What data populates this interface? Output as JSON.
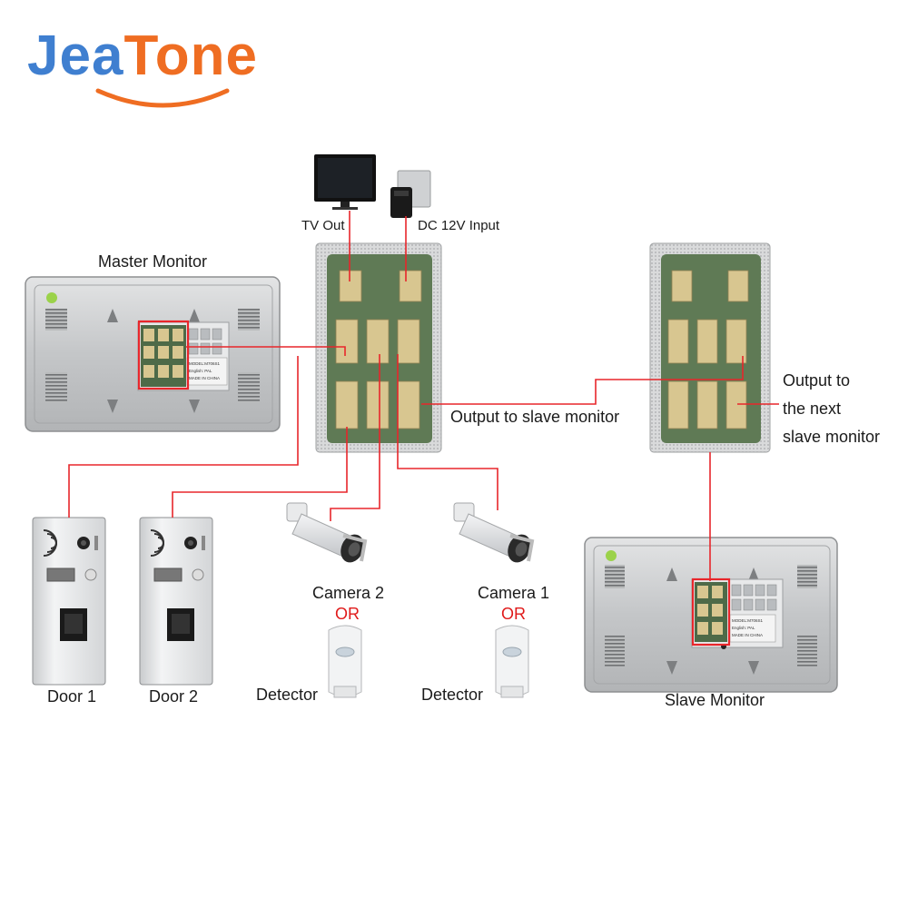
{
  "brand": {
    "part1": "Jea",
    "part2": "Tone"
  },
  "labels": {
    "tv_out": "TV Out",
    "dc_input": "DC 12V Input",
    "master_monitor": "Master Monitor",
    "output_slave": "Output to slave monitor",
    "output_next_1": "Output to",
    "output_next_2": "the next",
    "output_next_3": "slave monitor",
    "camera2": "Camera 2",
    "camera1": "Camera 1",
    "or": "OR",
    "detector": "Detector",
    "door1": "Door 1",
    "door2": "Door 2",
    "slave_monitor": "Slave Monitor",
    "sticker_1": "MODEL:M706S1",
    "sticker_2": "English: PAL",
    "sticker_3": "MADE IN CHINA"
  },
  "colors": {
    "wire": "#e8262b",
    "brand_blue": "#3f7fd0",
    "brand_orange": "#ef6d22",
    "panel_silver": "#c8cacb",
    "pcb_green": "#5f7a55",
    "connector": "#d8c690"
  }
}
